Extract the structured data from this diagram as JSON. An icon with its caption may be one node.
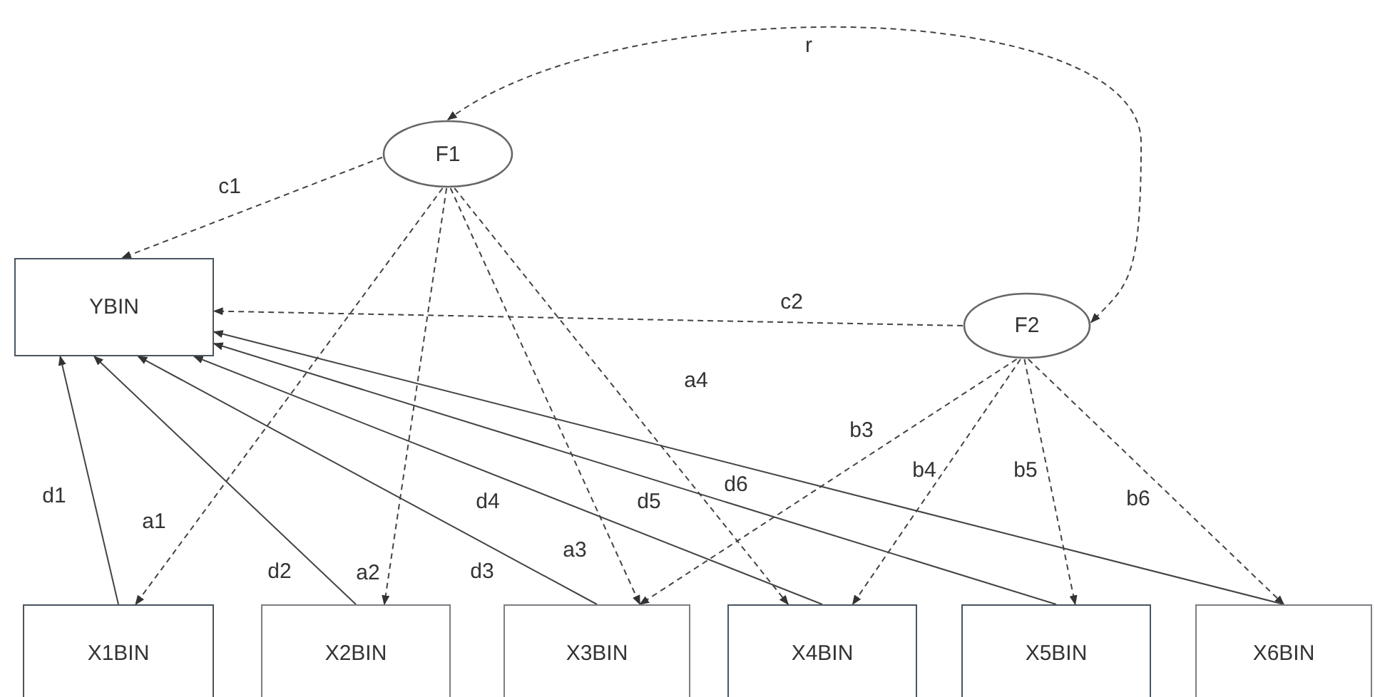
{
  "diagram": {
    "nodes": [
      {
        "text": [
          "F1"
        ]
      },
      {
        "text": [
          "YBIN"
        ]
      },
      {
        "text": [
          "F2"
        ]
      },
      {
        "text": [
          "X1BIN"
        ]
      },
      {
        "text": [
          "X2BIN"
        ]
      },
      {
        "text": [
          "X3BIN"
        ]
      },
      {
        "text": [
          "X4BIN"
        ]
      },
      {
        "text": [
          "X5BIN"
        ]
      },
      {
        "text": [
          "X6BIN"
        ]
      }
    ],
    "edges": [
      {
        "from": 0,
        "to": 2,
        "arrow": "both",
        "label": "r",
        "style": "dashed"
      },
      {
        "from": 0,
        "to": 1,
        "arrow": "to",
        "label": "c1",
        "style": "dashed"
      },
      {
        "from": 2,
        "to": 1,
        "arrow": "to",
        "label": "c2",
        "style": "dashed"
      },
      {
        "from": 0,
        "to": 3,
        "arrow": "to",
        "label": "a1",
        "style": "dashed"
      },
      {
        "from": 0,
        "to": 4,
        "arrow": "to",
        "label": "a2",
        "style": "dashed"
      },
      {
        "from": 0,
        "to": 5,
        "arrow": "to",
        "label": "a3",
        "style": "dashed"
      },
      {
        "from": 0,
        "to": 6,
        "arrow": "to",
        "label": "a4",
        "style": "dashed"
      },
      {
        "from": 2,
        "to": 5,
        "arrow": "to",
        "label": "b3",
        "style": "dashed"
      },
      {
        "from": 2,
        "to": 6,
        "arrow": "to",
        "label": "b4",
        "style": "dashed"
      },
      {
        "from": 2,
        "to": 7,
        "arrow": "to",
        "label": "b5",
        "style": "dashed"
      },
      {
        "from": 2,
        "to": 8,
        "arrow": "to",
        "label": "b6",
        "style": "dashed"
      },
      {
        "from": 3,
        "to": 1,
        "arrow": "to",
        "label": "d1"
      },
      {
        "from": 4,
        "to": 1,
        "arrow": "to",
        "label": "d2"
      },
      {
        "from": 5,
        "to": 1,
        "arrow": "to",
        "label": "d3"
      },
      {
        "from": 6,
        "to": 1,
        "arrow": "to",
        "label": "d4"
      },
      {
        "from": 7,
        "to": 1,
        "arrow": "to",
        "label": "d5"
      },
      {
        "from": 8,
        "to": 1,
        "arrow": "to",
        "label": "d6"
      }
    ]
  }
}
